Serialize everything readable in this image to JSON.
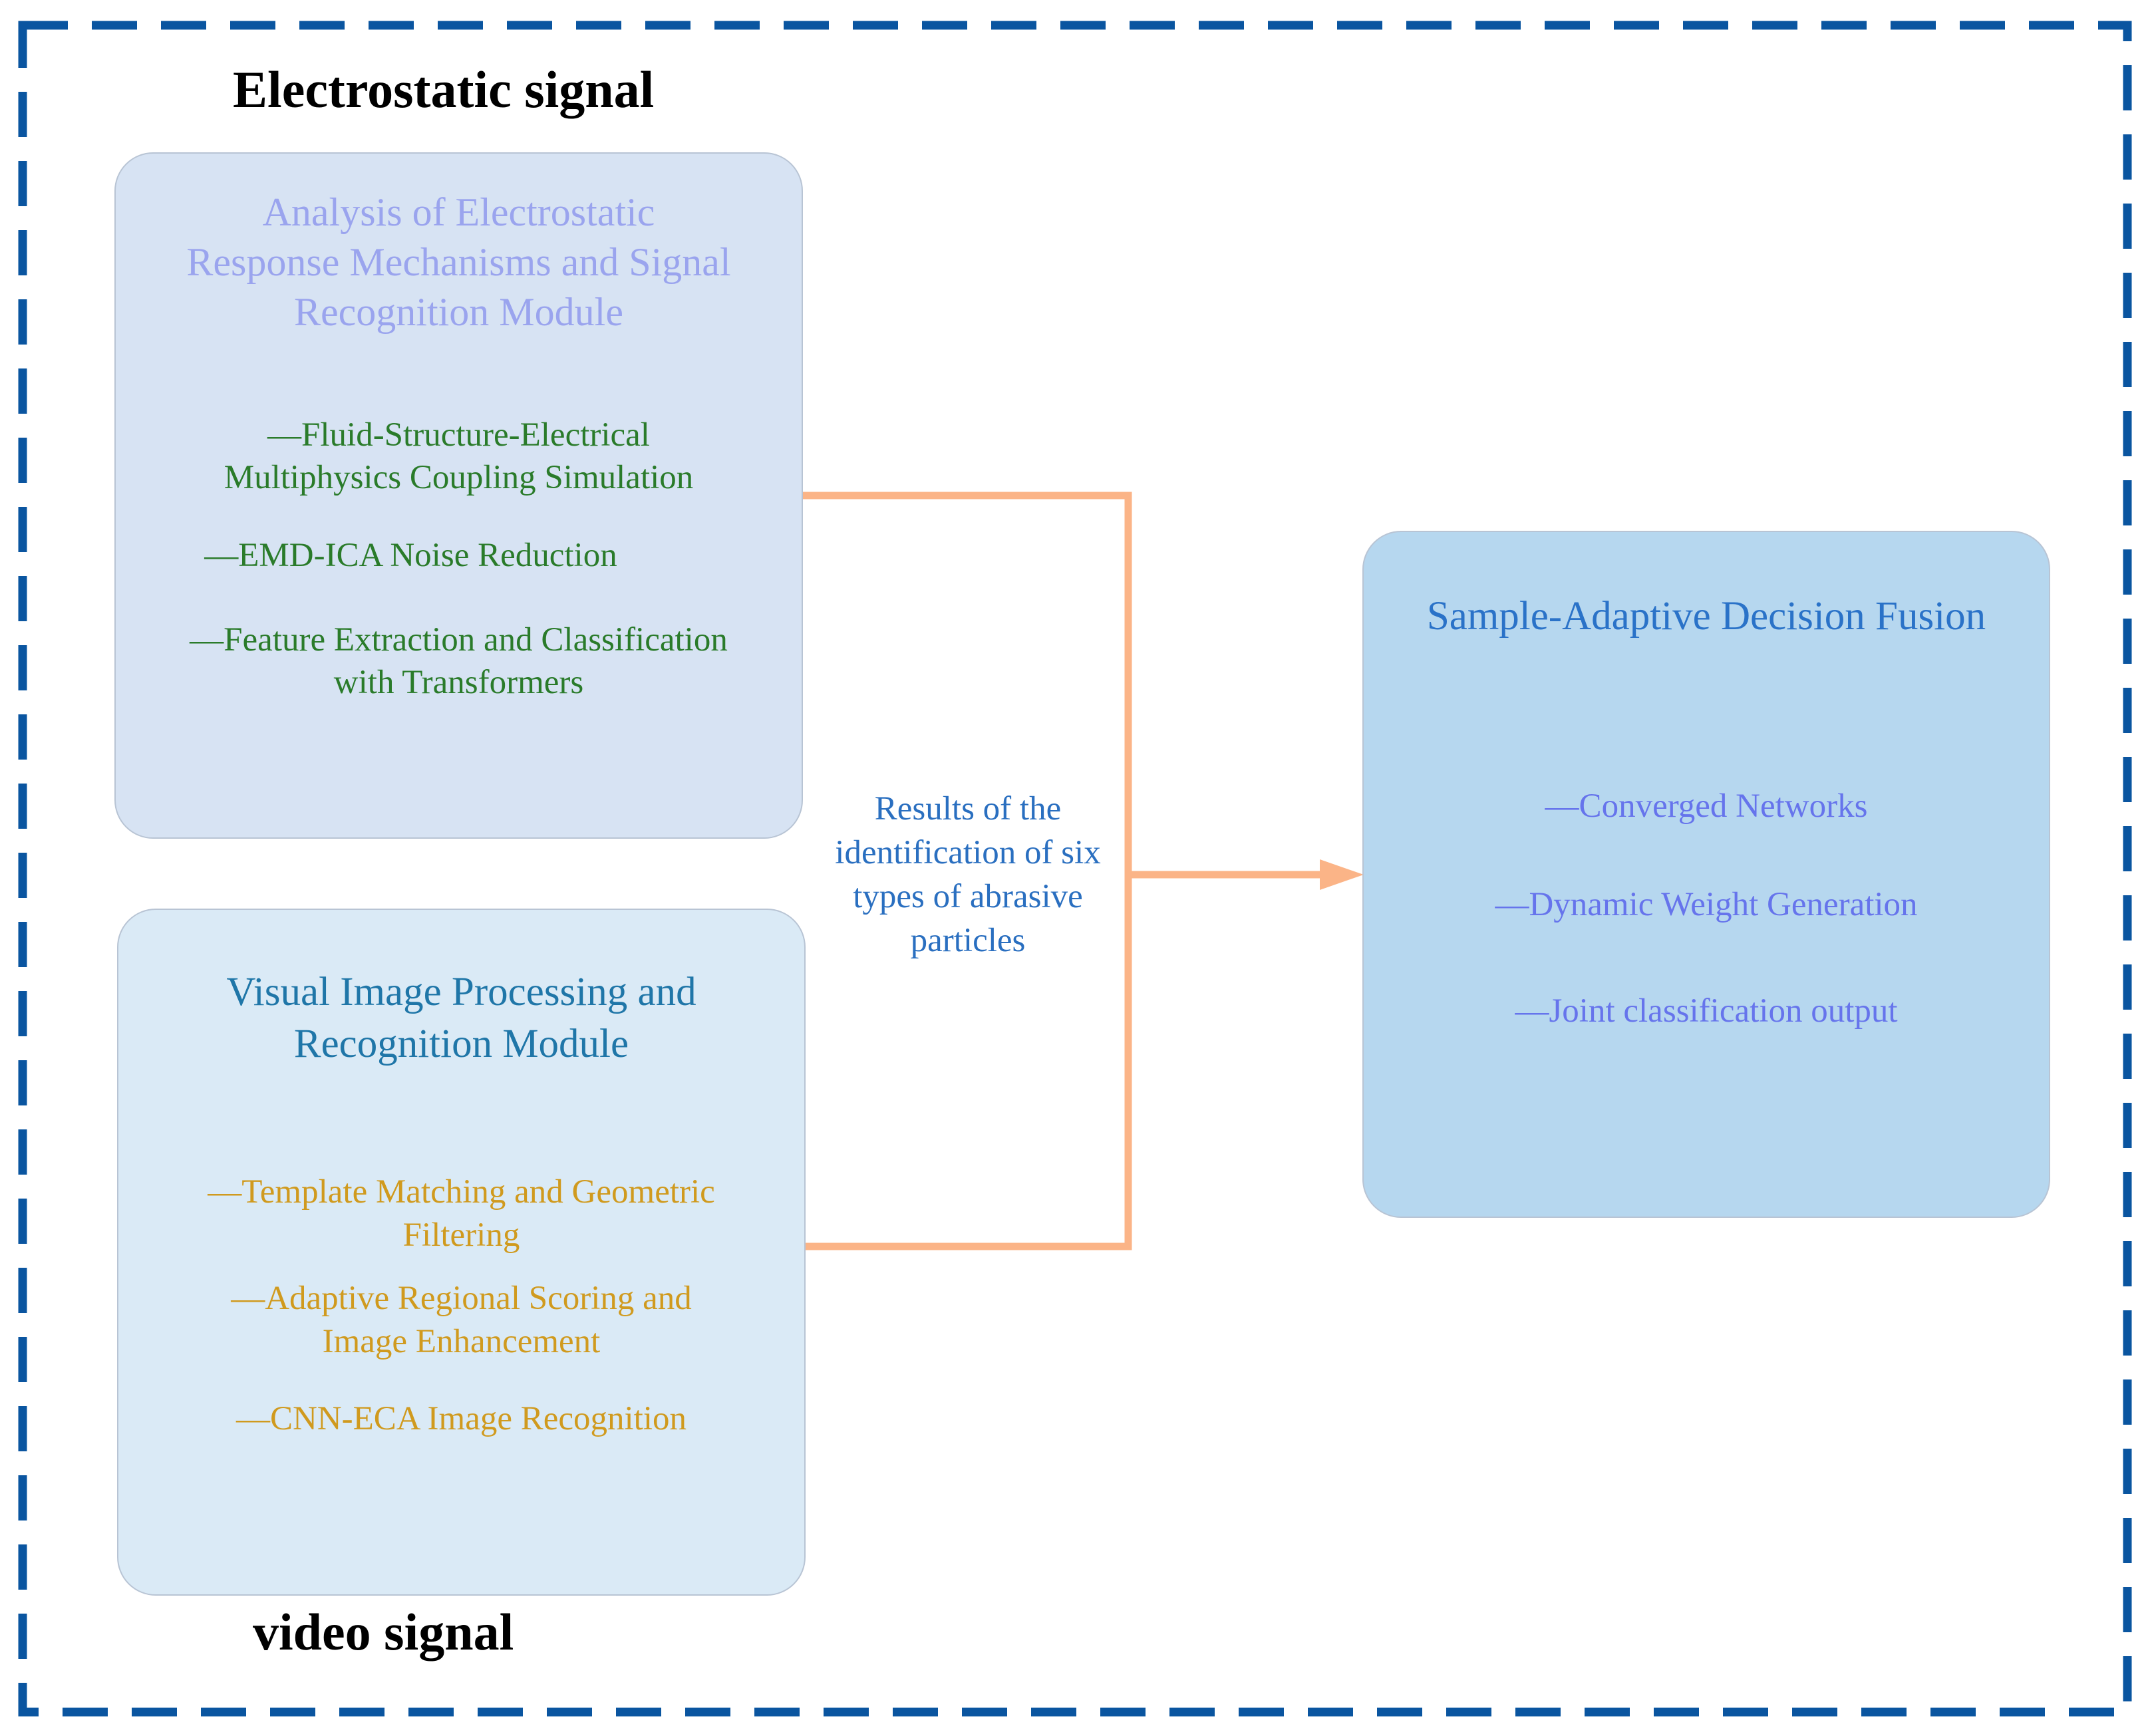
{
  "diagram": {
    "labels": {
      "electrostatic_signal": "Electrostatic signal",
      "video_signal": "video signal"
    },
    "electrostatic_module": {
      "title_lines": [
        "Analysis of Electrostatic",
        "Response Mechanisms and Signal",
        "Recognition Module"
      ],
      "items": [
        [
          "—Fluid-Structure-Electrical",
          "Multiphysics Coupling Simulation"
        ],
        [
          "—EMD-ICA Noise Reduction"
        ],
        [
          "—Feature Extraction and Classification",
          "with Transformers"
        ]
      ]
    },
    "visual_module": {
      "title_lines": [
        "Visual Image Processing and",
        "Recognition Module"
      ],
      "items": [
        [
          "—Template Matching and Geometric",
          "Filtering"
        ],
        [
          "—Adaptive Regional Scoring and",
          "Image Enhancement"
        ],
        [
          "—CNN-ECA Image Recognition"
        ]
      ]
    },
    "connector_label_lines": [
      "Results of the",
      "identification of six",
      "types of abrasive",
      "particles"
    ],
    "fusion_module": {
      "title": "Sample-Adaptive Decision Fusion",
      "items": [
        "—Converged Networks",
        "—Dynamic Weight Generation",
        "—Joint classification output"
      ]
    },
    "colors": {
      "frame_border": "#0a55a0",
      "connector": "#fbb487",
      "electrostatic_box_fill": "#d7e3f3",
      "electrostatic_title": "#9aa4ee",
      "electrostatic_items": "#2a7b2a",
      "visual_box_fill": "#daeaf6",
      "visual_title": "#1f76a8",
      "visual_items": "#d09a1e",
      "connector_label": "#2a6fc0",
      "fusion_box_fill": "#b6d7ef",
      "fusion_title": "#2a72c8",
      "fusion_items": "#6674ec"
    }
  }
}
